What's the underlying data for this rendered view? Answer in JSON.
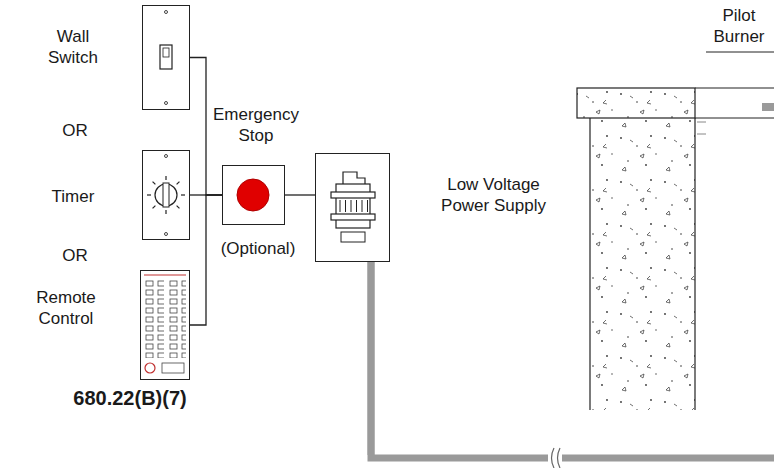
{
  "diagram": {
    "nodes": [
      {
        "text": [
          "Wall Switch"
        ]
      },
      {
        "text": [
          "Timer"
        ]
      },
      {
        "text": [
          "Remote Control"
        ]
      },
      {
        "text": [
          "Emergency Stop",
          "(Optional)"
        ]
      },
      {
        "text": [
          "Low Voltage Power Supply"
        ]
      }
    ],
    "edges": [
      {
        "from": 0,
        "to": 3,
        "arrow": "none"
      },
      {
        "from": 1,
        "to": 3,
        "arrow": "none"
      },
      {
        "from": 2,
        "to": 3,
        "arrow": "none"
      },
      {
        "from": 3,
        "to": 4,
        "arrow": "none"
      }
    ],
    "labels": [
      "OR",
      "OR",
      "Pilot Burner",
      "680.22(B)(7)"
    ]
  }
}
